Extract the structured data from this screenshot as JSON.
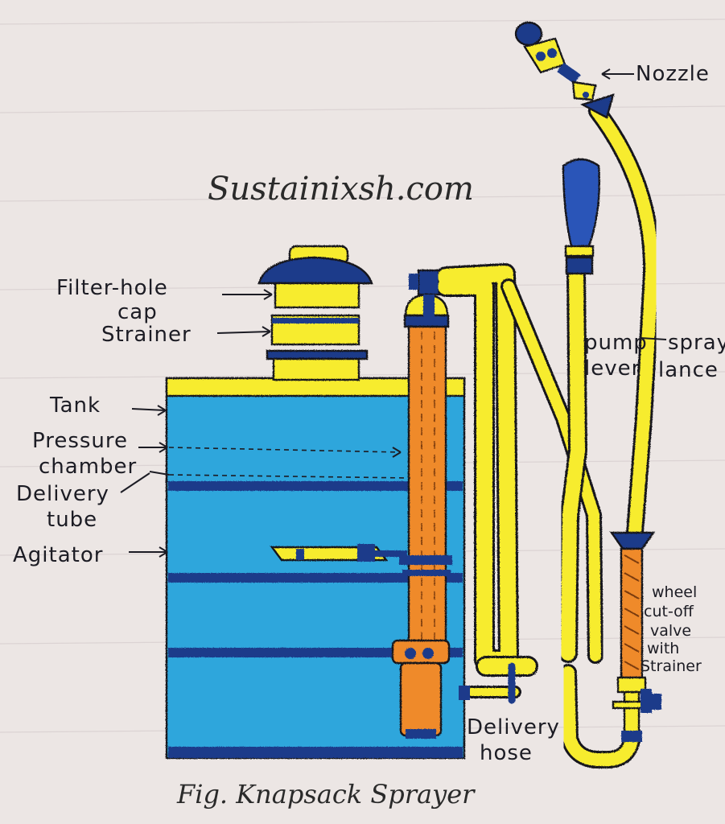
{
  "watermark": "Sustainixsh.com",
  "caption": "Fig. Knapsack Sprayer",
  "labels": {
    "nozzle": "Nozzle",
    "filter_hole_cap_1": "Filter-hole",
    "filter_hole_cap_2": "cap",
    "strainer": "Strainer",
    "tank": "Tank",
    "pressure_chamber_1": "Pressure",
    "pressure_chamber_2": "chamber",
    "delivery_tube_1": "Delivery",
    "delivery_tube_2": "tube",
    "agitator": "Agitator",
    "pump_lever_1": "pump",
    "pump_lever_2": "lever",
    "spray_lance_1": "spray",
    "spray_lance_2": "lance",
    "wheel_valve_1": "wheel",
    "wheel_valve_2": "cut-off",
    "wheel_valve_3": "valve",
    "wheel_valve_4": "with",
    "wheel_valve_5": "Strainer",
    "delivery_hose_1": "Delivery",
    "delivery_hose_2": "hose"
  },
  "colors": {
    "tank_blue": "#2ea6dc",
    "yellow": "#f7ec2e",
    "navy": "#1d3a8a",
    "orange": "#ef8a2c",
    "paper": "#ece6e4"
  }
}
